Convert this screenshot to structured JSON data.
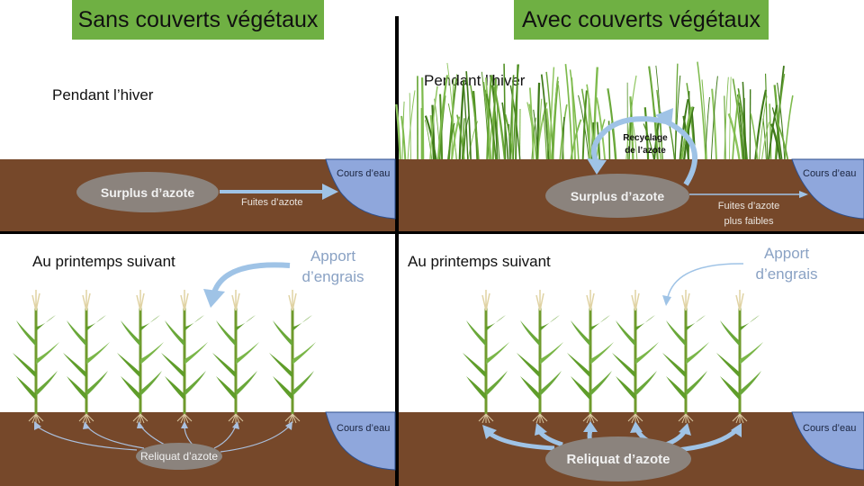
{
  "titles": {
    "left": "Sans couverts végétaux",
    "right": "Avec couverts végétaux"
  },
  "seasons": {
    "winter": "Pendant l’hiver",
    "spring": "Au printemps suivant"
  },
  "water_label": "Cours d’eau",
  "surplus_label": "Surplus d’azote",
  "leak_label": "Fuites d’azote",
  "leak_lower_label_line1": "Fuites d’azote",
  "leak_lower_label_line2": "plus faibles",
  "recycling_line1": "Recyclage",
  "recycling_line2": "de l’azote",
  "fertilizer_line1": "Apport",
  "fertilizer_line2": "d’engrais",
  "residual_label": "Reliquat d’azote",
  "colors": {
    "title_bg": "#6fb043",
    "soil": "#76482a",
    "water": "#8fa7dc",
    "nitrogen_ellipse": "#8b837d",
    "arrow": "#9fc3e6",
    "grass": "#5a9a2a"
  }
}
